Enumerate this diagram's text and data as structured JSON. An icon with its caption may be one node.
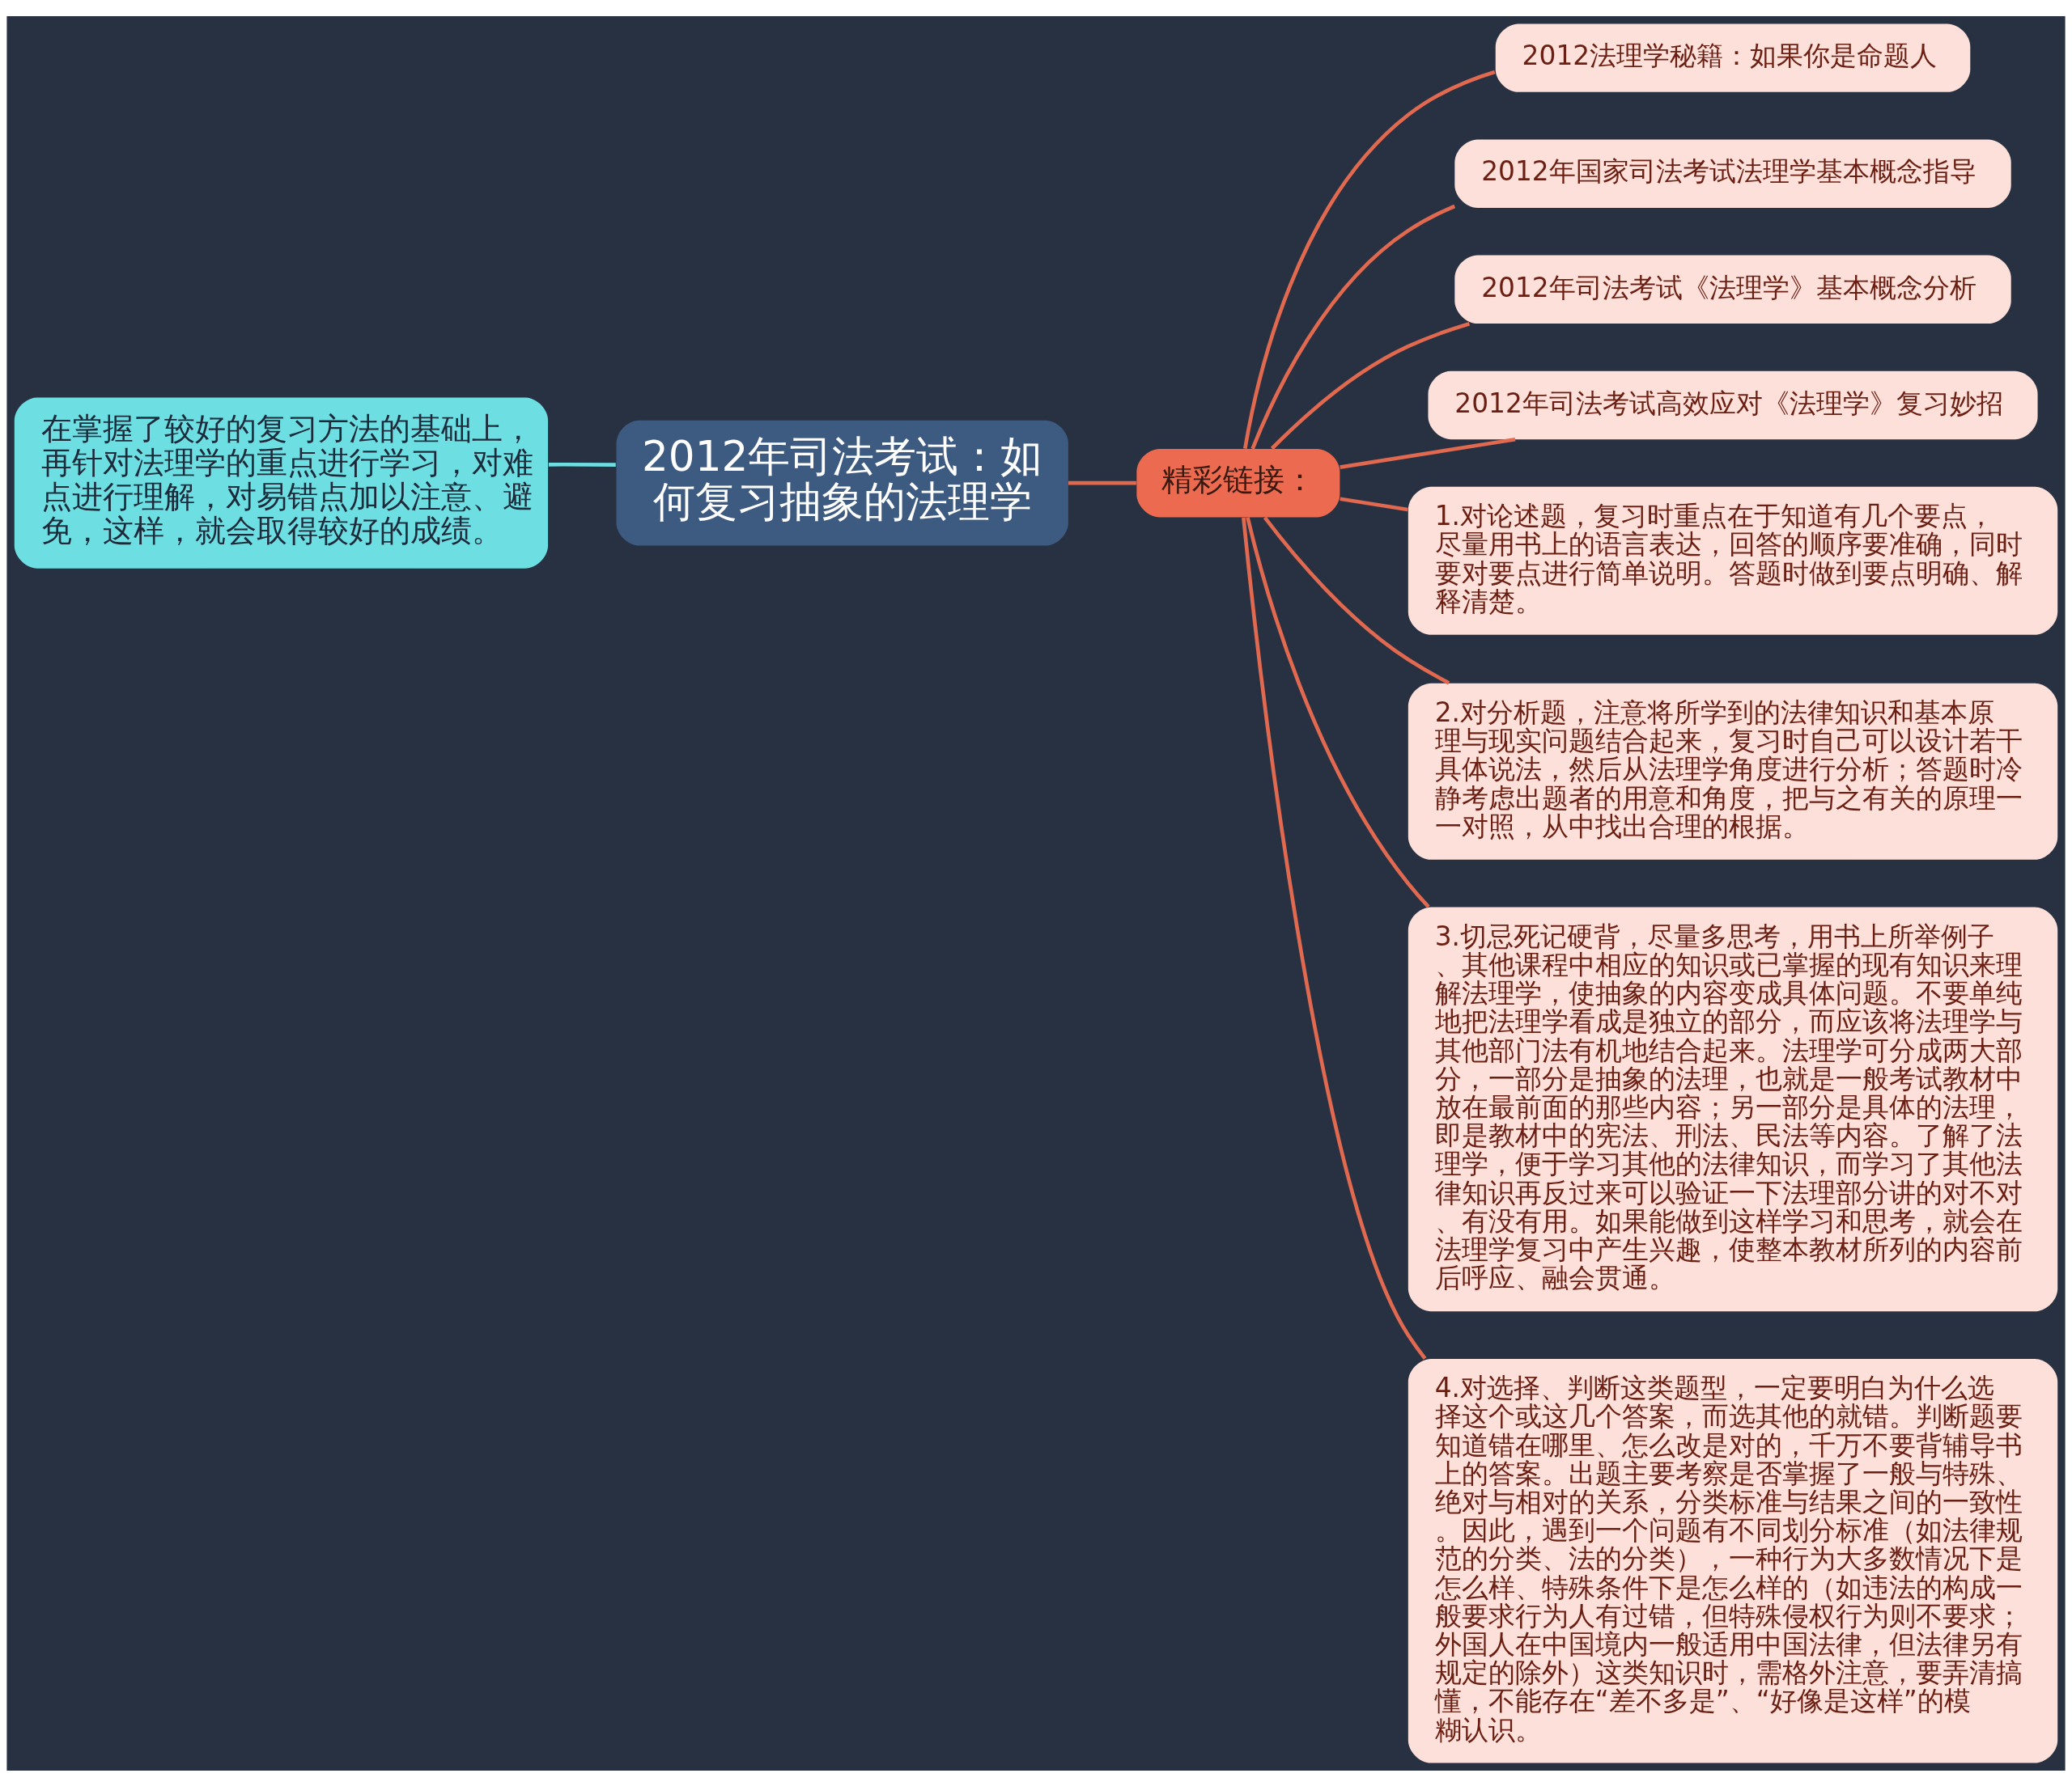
{
  "diagram": {
    "nodes": [
      {
        "text": [
          "2012年司法考试：如何复习抽象的法理学"
        ]
      },
      {
        "text": [
          "在掌握了较好的复习方法的基础上，再针对法理学的重点进行学习，对难点进行理解，对易错点加以注意、避免，这样，就会取得较好的成绩。"
        ]
      },
      {
        "text": [
          "精彩链接："
        ]
      },
      {
        "text": [
          "2012法理学秘籍：如果你是命题人"
        ]
      },
      {
        "text": [
          "2012年国家司法考试法理学基本概念指导"
        ]
      },
      {
        "text": [
          "2012年司法考试《法理学》基本概念分析"
        ]
      },
      {
        "text": [
          "2012年司法考试高效应对《法理学》复习妙招"
        ]
      },
      {
        "text": [
          "1.对论述题，复习时重点在于知道有几个要点，尽量用书上的语言表达，回答的顺序要准确，同时要对要点进行简单说明。答题时做到要点明确、解释清楚。"
        ]
      },
      {
        "text": [
          "2.对分析题，注意将所学到的法律知识和基本原理与现实问题结合起来，复习时自己可以设计若干具体说法，然后从法理学角度进行分析；答题时冷静考虑出题者的用意和角度，把与之有关的原理一一对照，从中找出合理的根据。"
        ]
      },
      {
        "text": [
          "3.切忌死记硬背，尽量多思考，用书上所举例子、其他课程中相应的知识或已掌握的现有知识来理解法理学，使抽象的内容变成具体问题。不要单纯地把法理学看成是独立的部分，而应该将法理学与其他部门法有机地结合起来。法理学可分成两大部分，一部分是抽象的法理，也就是一般考试教材中放在最前面的那些内容；另一部分是具体的法理，即是教材中的宪法、刑法、民法等内容。了解了法理学，便于学习其他的法律知识，而学习了其他法律知识再反过来可以验证一下法理部分讲的对不对、有没有用。如果能做到这样学习和思考，就会在法理学复习中产生兴趣，使整本教材所列的内容前后呼应、融会贯通。"
        ]
      },
      {
        "text": [
          "4.对选择、判断这类题型，一定要明白为什么选择这个或这几个答案，而选其他的就错。判断题要知道错在哪里、怎么改是对的，千万不要背辅导书上的答案。出题主要考察是否掌握了一般与特殊、绝对与相对的关系，分类标准与结果之间的一致性。因此，遇到一个问题有不同划分标准（如法律规范的分类、法的分类），一种行为大多数情况下是怎么样、特殊条件下是怎么样的（如违法的构成一般要求行为人有过错，但特殊侵权行为则不要求；外国人在中国境内一般适用中国法律，但法律另有规定的除外）这类知识时，需格外注意，要弄清搞懂，不能存在“差不多是”、“好像是这样”的模糊认识。"
        ]
      }
    ],
    "edges": [
      {
        "from": 0,
        "to": 1,
        "arrow": "none",
        "color": "#6ddfe3"
      },
      {
        "from": 0,
        "to": 2,
        "arrow": "none"
      },
      {
        "from": 2,
        "to": 3,
        "arrow": "none"
      },
      {
        "from": 2,
        "to": 4,
        "arrow": "none"
      },
      {
        "from": 2,
        "to": 5,
        "arrow": "none"
      },
      {
        "from": 2,
        "to": 6,
        "arrow": "none"
      },
      {
        "from": 2,
        "to": 7,
        "arrow": "none"
      },
      {
        "from": 2,
        "to": 8,
        "arrow": "none"
      },
      {
        "from": 2,
        "to": 9,
        "arrow": "none"
      },
      {
        "from": 2,
        "to": 10,
        "arrow": "none"
      }
    ]
  }
}
